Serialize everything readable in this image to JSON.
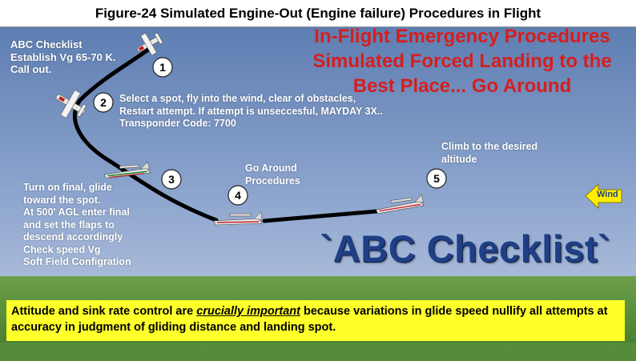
{
  "title": "Figure-24 Simulated Engine-Out (Engine failure) Procedures in Flight",
  "red_heading": {
    "line1": "In-Flight Emergency Procedures",
    "line2": "Simulated Forced Landing to the",
    "line3": "Best Place... Go Around"
  },
  "step1": {
    "number": "1",
    "lines": [
      "ABC Checklist",
      "Establish Vg 65-70 K.",
      "Call out."
    ]
  },
  "step2": {
    "number": "2",
    "lines": [
      "Select a spot, fly into the wind, clear of obstacles,",
      "Restart attempt. If attempt is unseccesful,  MAYDAY 3X..",
      "Transponder Code: 7700"
    ]
  },
  "step3": {
    "number": "3",
    "lines": [
      "Turn on final,  glide",
      "toward the spot.",
      "At 500' AGL enter final",
      "and set the flaps to",
      "descend accordingly",
      "Check speed Vg",
      "Soft Field Configration"
    ]
  },
  "step4": {
    "number": "4",
    "lines": [
      "Go Around",
      "Procedures"
    ]
  },
  "step5": {
    "number": "5",
    "lines": [
      "Climb to the desired",
      "altitude"
    ]
  },
  "wind_label": "Wind",
  "big_label": "`ABC Checklist`",
  "bottom_note": {
    "before": "Attitude and sink rate control are ",
    "emphasis": "crucially important",
    "after": " because variations in glide speed nullify all attempts at accuracy in judgment of gliding distance and landing spot."
  },
  "colors": {
    "red_heading": "#d61e1e",
    "big_label": "#1f3f86",
    "note_background": "#ffff2a",
    "wind_arrow": "#ffee00",
    "grass": "#4f8a36",
    "flight_path": "#000000"
  }
}
